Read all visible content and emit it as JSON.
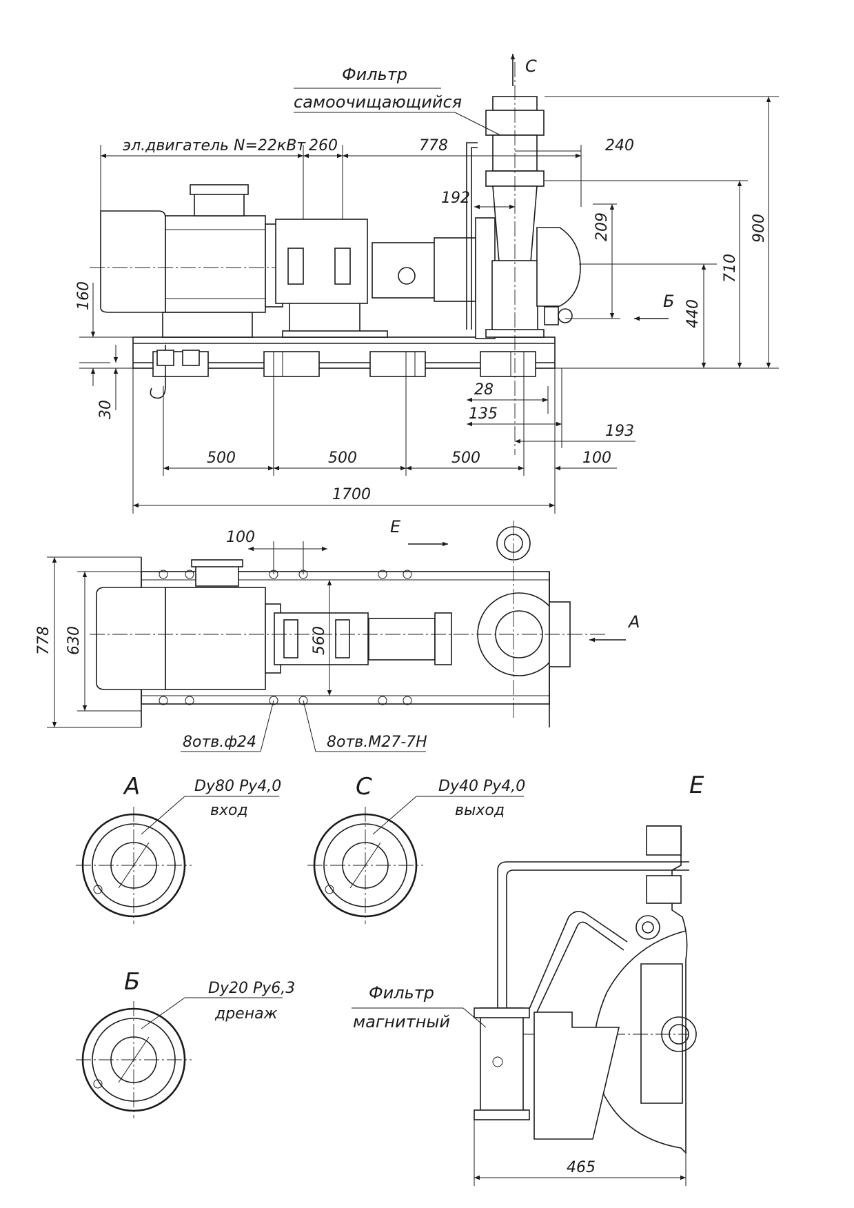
{
  "views": {
    "main": {
      "filter_top_label_1": "Фильтр",
      "filter_top_label_2": "самоочищающийся",
      "motor_label": "эл.двигатель N=22кВт",
      "view_c_letter": "С",
      "view_b_letter": "Б",
      "dims": {
        "d260": "260",
        "d778": "778",
        "d240": "240",
        "d192": "192",
        "d209": "209",
        "d900": "900",
        "d710": "710",
        "d440": "440",
        "d160": "160",
        "d30": "30",
        "d28": "28",
        "d135": "135",
        "d193": "193",
        "d100": "100",
        "d500a": "500",
        "d500b": "500",
        "d500c": "500",
        "d1700": "1700"
      }
    },
    "plan": {
      "view_e_letter": "Е",
      "view_a_letter": "А",
      "dims": {
        "d100": "100",
        "d778": "778",
        "d630": "630",
        "d560": "560"
      },
      "holes_1": "8отв.ф24",
      "holes_2": "8отв.М27-7Н"
    },
    "flange_a": {
      "letter": "А",
      "spec": "Dy80 Py4,0",
      "purpose": "вход"
    },
    "flange_c": {
      "letter": "С",
      "spec": "Dy40 Py4,0",
      "purpose": "выход"
    },
    "flange_b": {
      "letter": "Б",
      "spec": "Dy20 Py6,3",
      "purpose": "дренаж"
    },
    "detail_e": {
      "letter": "Е",
      "filter_label_1": "Фильтр",
      "filter_label_2": "магнитный",
      "dim": "465"
    }
  }
}
